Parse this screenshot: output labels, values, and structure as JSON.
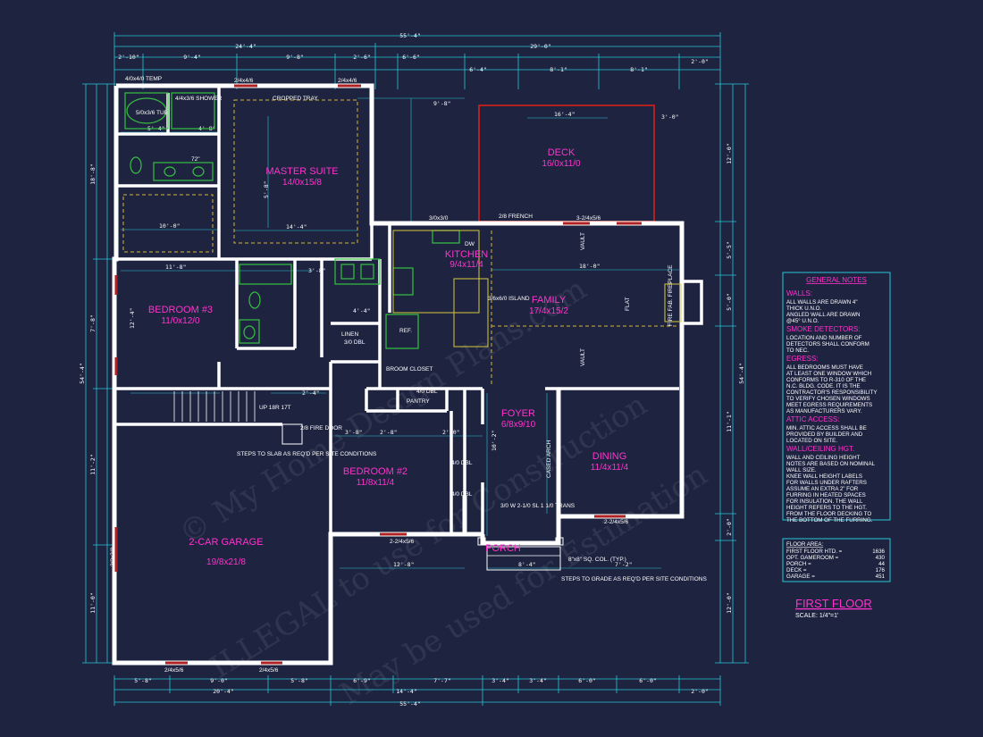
{
  "drawing": {
    "title": "FIRST FLOOR",
    "scale": "SCALE: 1/4\"=1'",
    "watermark_lines": [
      "© My Home Design Plans.com",
      "ILLEGAL to use for Construction",
      "May be used for Estimation"
    ]
  },
  "rooms": {
    "master_suite": {
      "name": "MASTER SUITE",
      "size": "14/0x15/8"
    },
    "deck": {
      "name": "DECK",
      "size": "16/0x11/0"
    },
    "kitchen": {
      "name": "KITCHEN",
      "size": "9/4x11/4"
    },
    "family": {
      "name": "FAMILY",
      "size": "17/4x15/2"
    },
    "bedroom3": {
      "name": "BEDROOM #3",
      "size": "11/0x12/0"
    },
    "bedroom2": {
      "name": "BEDROOM #2",
      "size": "11/8x11/4"
    },
    "foyer": {
      "name": "FOYER",
      "size": "6/8x9/10"
    },
    "dining": {
      "name": "DINING",
      "size": "11/4x11/4"
    },
    "garage": {
      "name": "2-CAR GARAGE",
      "size": "19/8x21/8"
    },
    "porch": {
      "name": "PORCH"
    }
  },
  "labels": {
    "cropped_tray": "CROPPED TRAY",
    "tub": "5/0x3/6 TUB",
    "shower": "4/4x3/6 SHOWER",
    "linen": "LINEN",
    "broom_closet": "BROOM CLOSET",
    "pantry": "PANTRY",
    "island": "3/6x6/0 ISLAND",
    "french": "2/8 FRENCH",
    "fire_door": "2/8 FIRE DOOR",
    "dbl_1": "3/0 DBL",
    "dbl_2": "4/0 DBL",
    "dbl_3": "4/0 DBL",
    "dbl_4": "4/0 DBL",
    "vault_1": "VAULT",
    "vault_2": "VAULT",
    "up": "UP 18R 17T",
    "fireplace": "FIRE FAB. FIREPLACE",
    "cased_arch": "CASED ARCH",
    "trans": "3/0 W 2-1/0 SL 1 1/0 TRANS",
    "column": "8\"x8\" SQ. COL. (TYP.)",
    "steps_slab": "STEPS TO SLAB AS REQ'D PER SITE CONDITIONS",
    "steps_grade": "STEPS TO GRADE AS REQ'D PER SITE CONDITIONS",
    "dw": "DW",
    "ref": "REF.",
    "flat": "FLAT",
    "temp": "4/0x4/0 TEMP",
    "window_3x3": "3/0x3/0",
    "ceiling_72": "72\""
  },
  "dimensions": {
    "overall_top": "55'-4\"",
    "top_left": "24'-4\"",
    "top_right": "29'-0\"",
    "top_row": [
      "2'-10\"",
      "9'-4\"",
      "9'-8\"",
      "2'-6\"",
      "6'-6\"",
      "6'-4\"",
      "8'-1\"",
      "8'-1\"",
      "2'-0\""
    ],
    "overall_bottom": "55'-4\"",
    "bottom_left": "20'-4\"",
    "bottom_mid": "14'-4\"",
    "bottom_row": [
      "5'-8\"",
      "9'-0\"",
      "5'-8\"",
      "6'-9\"",
      "7'-7\"",
      "3'-4\"",
      "3'-4\"",
      "6'-0\"",
      "6'-0\"",
      "2'-0\""
    ],
    "left_overall": "54'-4\"",
    "left_parts": [
      "18'-8\"",
      "7'-8\"",
      "11'-2\"",
      "11'-0\""
    ],
    "right_overall": "54'-4\"",
    "right_parts": [
      "12'-0\"",
      "5'-5\"",
      "5'-0\"",
      "11'-1\"",
      "2'-0\"",
      "12'-0\""
    ],
    "interior": [
      "5'-4\"",
      "4'-8\"",
      "14'-4\"",
      "10'-0\"",
      "11'-8\"",
      "12'-4\"",
      "18'-0\"",
      "16'-4\"",
      "9'-8\"",
      "3'-8\"",
      "2'-8\"",
      "2'-0\"",
      "12'-8\"",
      "8'-4\"",
      "10'-2\"",
      "7'-2\"",
      "4'-4\"",
      "3'-8\"",
      "2'-4\"",
      "5'-8\"",
      "3'-0\""
    ],
    "windows": [
      "2/4x4/6",
      "2/4x4/6",
      "3-2/4x5/6",
      "2-2/4x5/6",
      "2-2/4x5/6",
      "2/4x5/6",
      "2/4x5/6",
      "3/0x3/0"
    ]
  },
  "notes": {
    "header": "GENERAL NOTES",
    "sections": [
      {
        "title": "WALLS:",
        "lines": [
          "ALL WALLS ARE DRAWN 4\"",
          "THICK U.N.O.",
          "ANGLED WALL ARE DRAWN",
          "@45° U.N.O."
        ]
      },
      {
        "title": "SMOKE DETECTORS:",
        "lines": [
          "LOCATION AND NUMBER OF",
          "DETECTORS SHALL CONFORM",
          "TO NEC."
        ]
      },
      {
        "title": "EGRESS:",
        "lines": [
          "ALL BEDROOMS MUST HAVE",
          "AT LEAST ONE WINDOW WHICH",
          "CONFORMS TO R-310 OF THE",
          "N.C. BLDG. CODE. IT IS THE",
          "CONTRACTOR'S RESPONSIBILITY",
          "TO VERIFY CHOSEN WINDOWS",
          "MEET EGRESS REQUIREMENTS",
          "AS MANUFACTURERS VARY."
        ]
      },
      {
        "title": "ATTIC ACCESS:",
        "lines": [
          "MIN. ATTIC ACCESS SHALL BE",
          "PROVIDED BY BUILDER AND",
          "LOCATED ON SITE."
        ]
      },
      {
        "title": "WALL/CEILING HGT.",
        "lines": [
          "WALL AND CEILING HEIGHT",
          "NOTES ARE BASED ON NOMINAL",
          "WALL SIZE.",
          "KNEE WALL HEIGHT LABELS",
          "FOR WALLS UNDER RAFTERS",
          "ASSUME AN EXTRA 2\" FOR",
          "FURRING IN HEATED SPACES",
          "FOR INSULATION. THE WALL",
          "HEIGHT REFERS TO THE HGT.",
          "FROM THE FLOOR DECKING TO",
          "THE BOTTOM OF THE FURRING."
        ]
      }
    ]
  },
  "floor_area": {
    "header": "FLOOR AREA:",
    "rows": [
      {
        "label": "FIRST FLOOR HTD. =",
        "value": "1636"
      },
      {
        "label": "OPT. GAMEROOM =",
        "value": "430"
      },
      {
        "label": "PORCH =",
        "value": "44"
      },
      {
        "label": "DECK =",
        "value": "176"
      },
      {
        "label": "GARAGE =",
        "value": "451"
      }
    ]
  }
}
